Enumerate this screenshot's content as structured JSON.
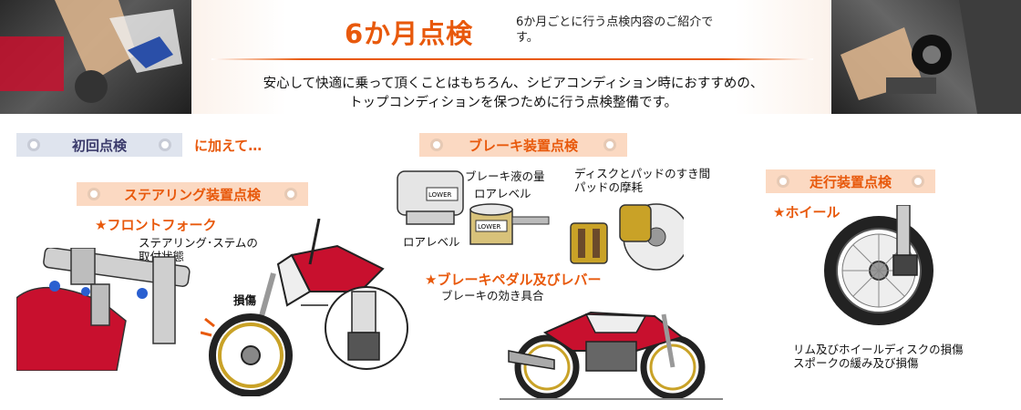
{
  "header": {
    "title": "6か月点検",
    "subtitle": "6か月ごとに行う点検内容のご紹介です。",
    "intro_line1": "安心して快適に乗って頂くことはもちろん、シビアコンディション時におすすめの、",
    "intro_line2": "トップコンディションを保つために行う点検整備です。"
  },
  "first_inspection": {
    "tag": "初回点検",
    "suffix": "に加えて…"
  },
  "steering": {
    "tag": "ステアリング装置点検",
    "item": "★フロントフォーク",
    "desc_line1": "ステアリング･ステムの",
    "desc_line2": "取付状態",
    "damage_label": "損傷"
  },
  "brake": {
    "tag": "ブレーキ装置点検",
    "fluid_label": "ブレーキ液の量",
    "lower_level_1": "ロアレベル",
    "lower_level_2": "ロアレベル",
    "lower_text": "LOWER",
    "disc_label_line1": "ディスクとパッドのすき間",
    "disc_label_line2": "パッドの摩耗",
    "pedal_item": "★ブレーキペダル及びレバー",
    "pedal_desc": "ブレーキの効き具合"
  },
  "running": {
    "tag": "走行装置点検",
    "item": "★ホイール",
    "desc_line1": "リム及びホイールディスクの損傷",
    "desc_line2": "スポークの緩み及び損傷"
  },
  "colors": {
    "accent": "#e8590c",
    "tag_orange_bg": "#fbd9c2",
    "tag_gray_bg": "#dfe4ee",
    "bike_red": "#c8102e",
    "wheel_gold": "#c9a227"
  }
}
